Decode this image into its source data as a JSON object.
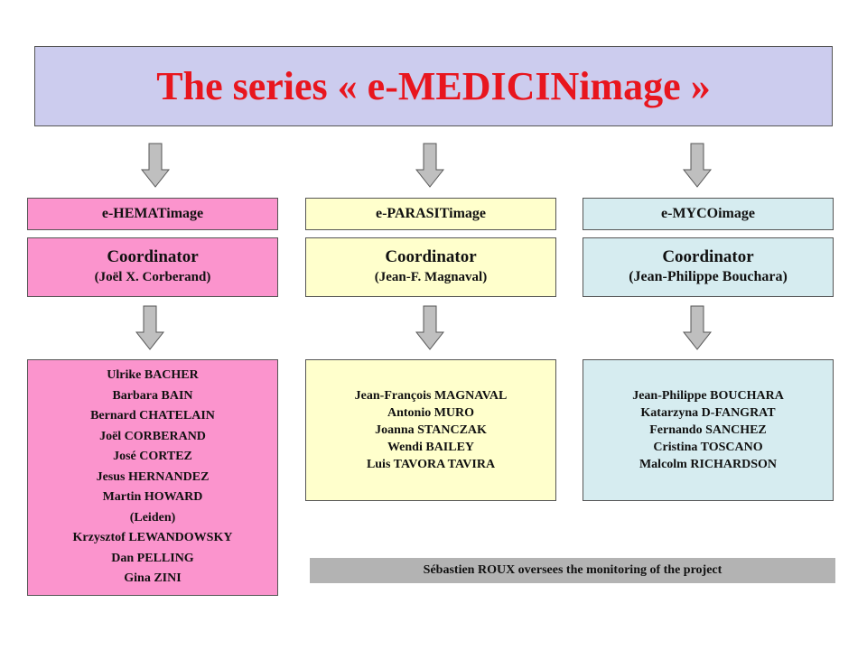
{
  "title": "The series « e-MEDICINimage »",
  "colors": {
    "title_text": "#e8161e",
    "title_bg": "#ccccee",
    "hema": "#fb94cd",
    "parasit": "#ffffcc",
    "myco": "#d6ecf0",
    "footer": "#b3b3b3",
    "arrow": "#bfbfbf"
  },
  "columns": [
    {
      "series": "e-HEMATimage",
      "coordinator_label": "Coordinator",
      "coordinator_name": "(Joël X. Corberand)",
      "members": [
        "Ulrike BACHER",
        "Barbara BAIN",
        "Bernard CHATELAIN",
        "Joël CORBERAND",
        "José CORTEZ",
        "Jesus HERNANDEZ",
        "Martin HOWARD",
        "(Leiden)",
        "Krzysztof LEWANDOWSKY",
        "Dan PELLING",
        "Gina ZINI"
      ]
    },
    {
      "series": "e-PARASITimage",
      "coordinator_label": "Coordinator",
      "coordinator_name": "(Jean-F. Magnaval)",
      "members": [
        "Jean-François MAGNAVAL",
        "Antonio MURO",
        "Joanna STANCZAK",
        "Wendi BAILEY",
        "Luis TAVORA TAVIRA"
      ]
    },
    {
      "series": "e-MYCOimage",
      "coordinator_label": "Coordinator",
      "coordinator_name": "(Jean-Philippe Bouchara)",
      "members": [
        "Jean-Philippe BOUCHARA",
        "Katarzyna D-FANGRAT",
        "Fernando SANCHEZ",
        "Cristina TOSCANO",
        "Malcolm RICHARDSON"
      ]
    }
  ],
  "footer": "Sébastien ROUX oversees the monitoring of the project"
}
